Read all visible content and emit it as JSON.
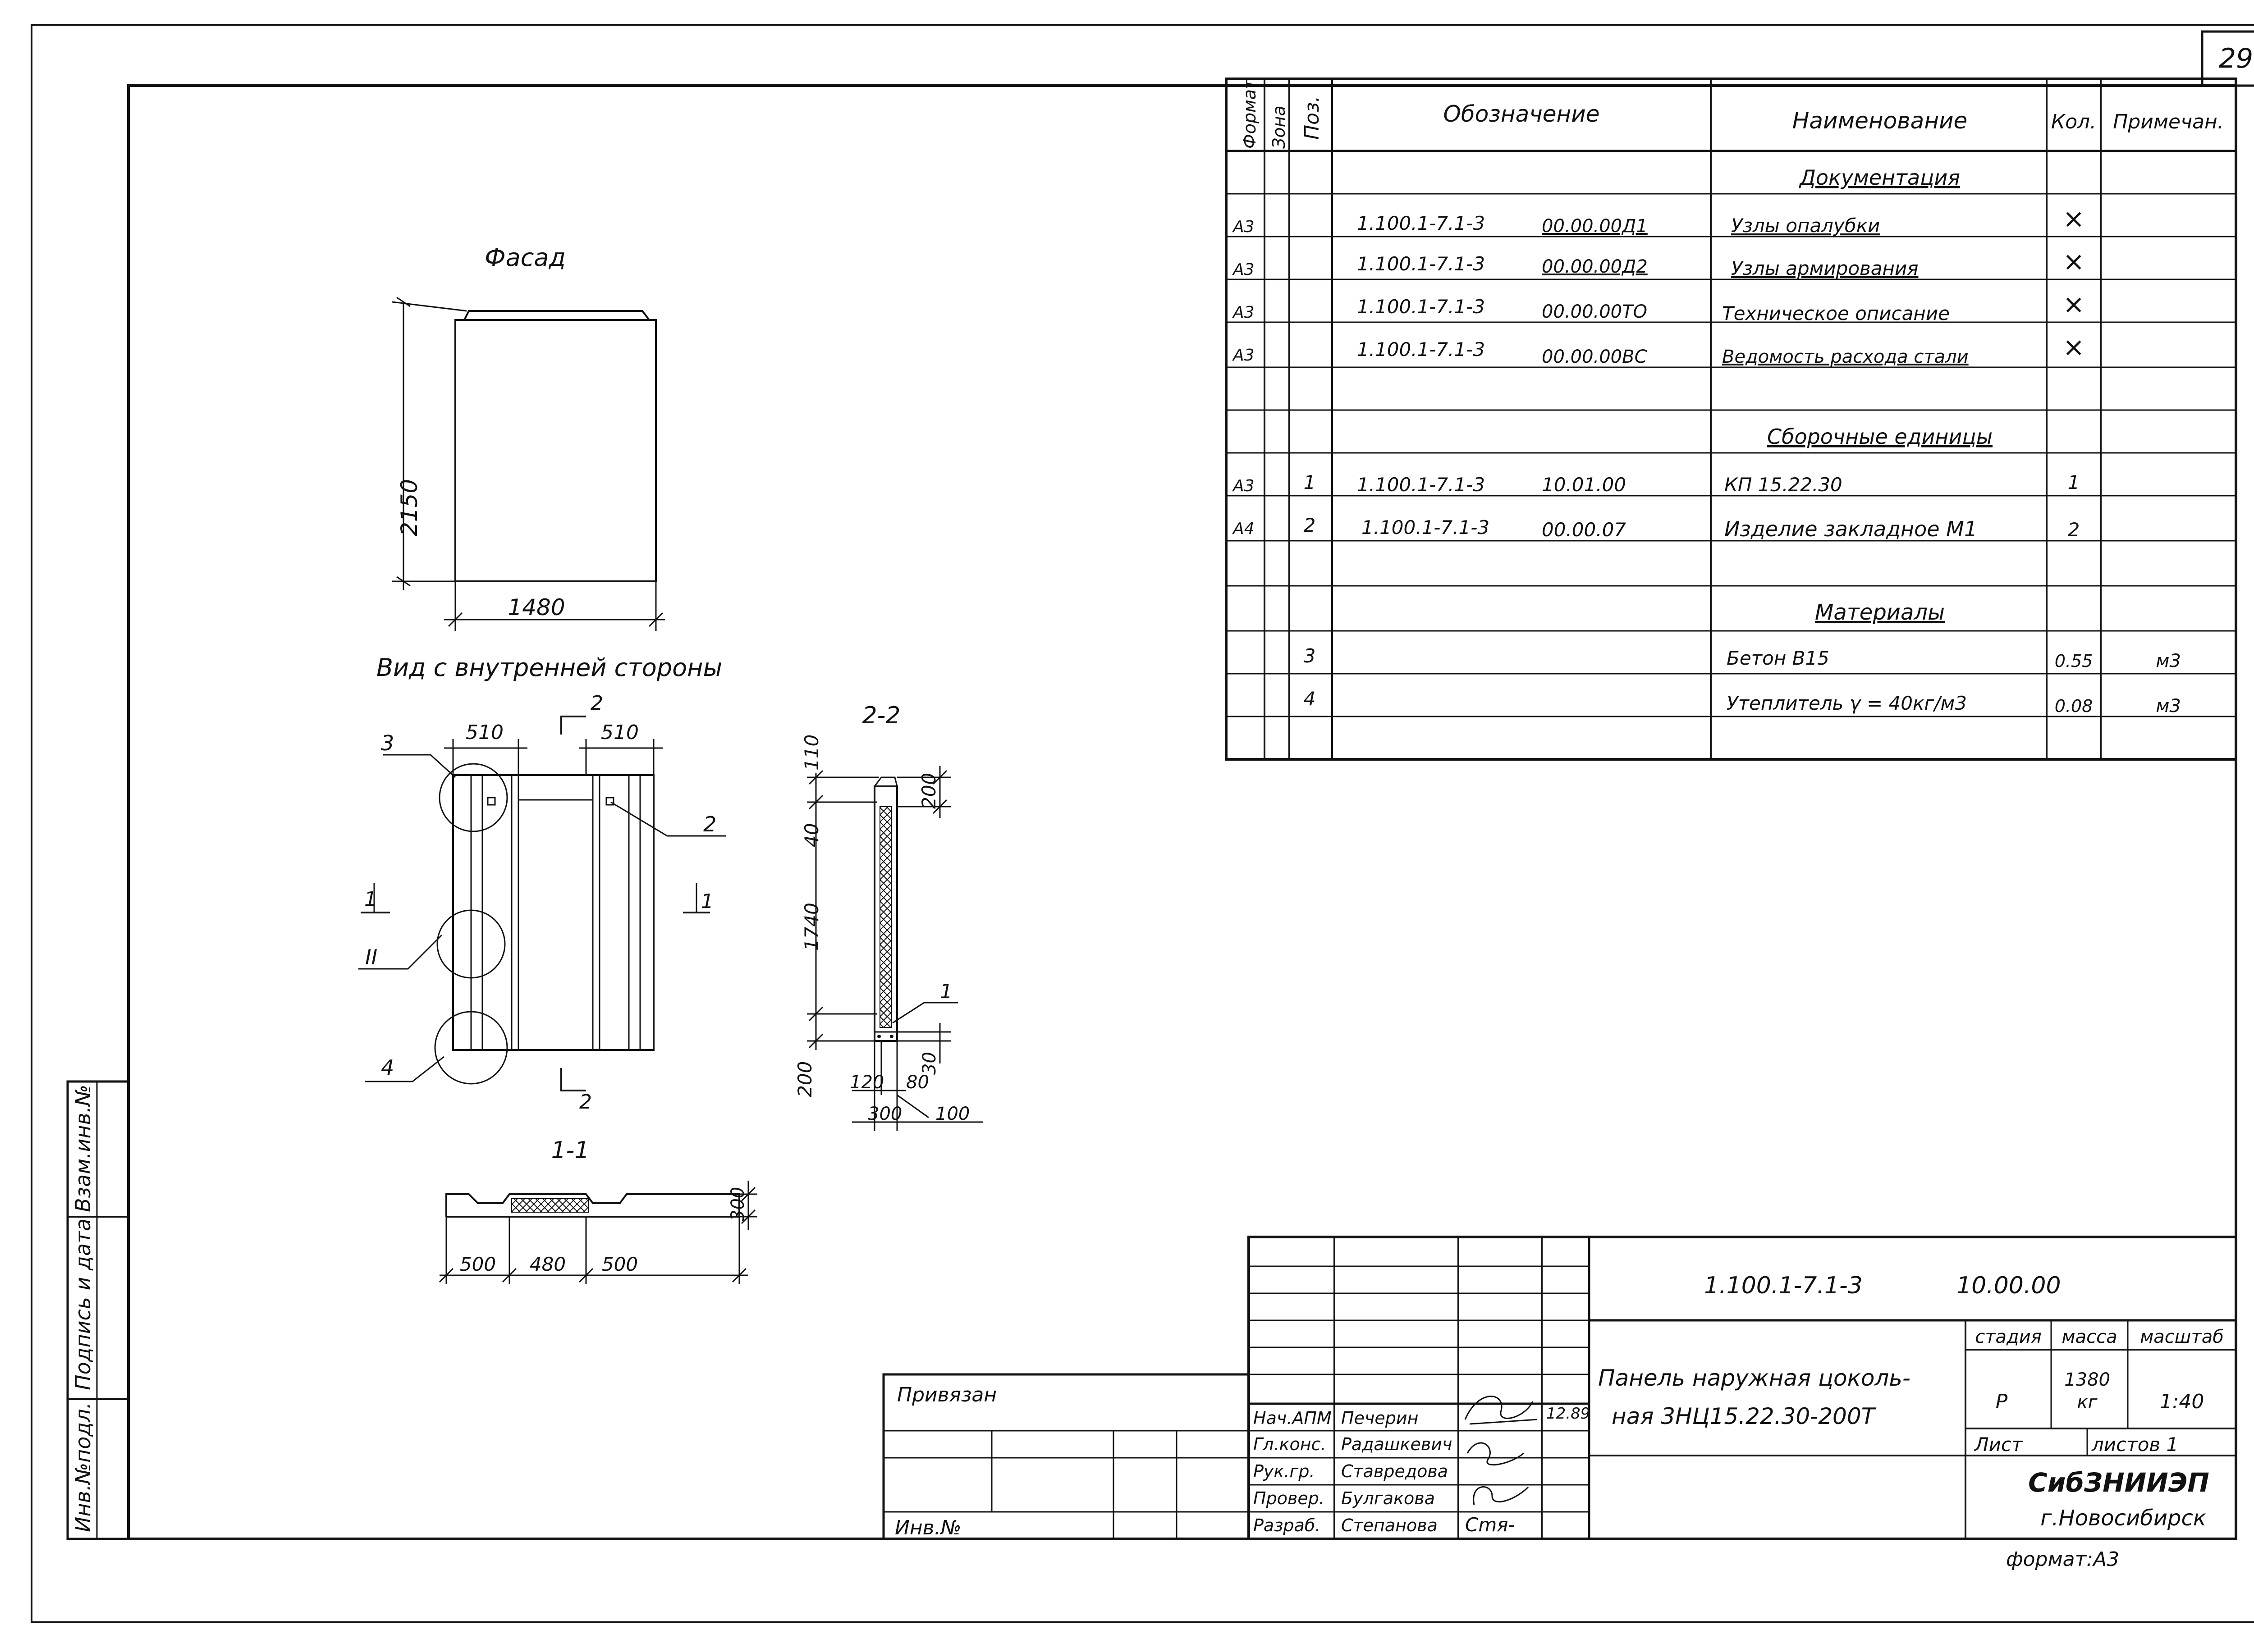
{
  "sheet": {
    "page_number": "29",
    "format_label": "формат:А3"
  },
  "side_stamp": {
    "inv_orig": "Инв.№подл.",
    "signature_date": "Подпись и дата",
    "replace_inv": "Взам.инв.№"
  },
  "spec_table": {
    "headers": {
      "format": "Формат",
      "zone": "Зона",
      "pos": "Поз.",
      "designation": "Обозначение",
      "name": "Наименование",
      "qty": "Кол.",
      "note": "Примечан."
    },
    "sections": {
      "documentation": "Документация",
      "assembly": "Сборочные единицы",
      "materials": "Материалы"
    },
    "doc_rows": [
      {
        "format": "А3",
        "code": "1.100.1-7.1-3",
        "suffix": "00.00.00Д1",
        "name": "Узлы опалубки",
        "qty": "×"
      },
      {
        "format": "А3",
        "code": "1.100.1-7.1-3",
        "suffix": "00.00.00Д2",
        "name": "Узлы армирования",
        "qty": "×"
      },
      {
        "format": "А3",
        "code": "1.100.1-7.1-3",
        "suffix": "00.00.00ТО",
        "name": "Техническое описание",
        "qty": "×"
      },
      {
        "format": "А3",
        "code": "1.100.1-7.1-3",
        "suffix": "00.00.00ВС",
        "name": "Ведомость расхода стали",
        "qty": "×"
      }
    ],
    "asm_rows": [
      {
        "format": "А3",
        "pos": "1",
        "code": "1.100.1-7.1-3",
        "suffix": "10.01.00",
        "name": "КП 15.22.30",
        "qty": "1"
      },
      {
        "format": "А4",
        "pos": "2",
        "code": "1.100.1-7.1-3",
        "suffix": "00.00.07",
        "name": "Изделие закладное М1",
        "qty": "2"
      }
    ],
    "mat_rows": [
      {
        "pos": "3",
        "name": "Бетон В15",
        "qty": "0.55",
        "note": "м3"
      },
      {
        "pos": "4",
        "name": "Утеплитель γ = 40кг/м3",
        "qty": "0.08",
        "note": "м3"
      }
    ]
  },
  "drawings": {
    "facade": {
      "title": "Фасад",
      "height_dim": "2150",
      "width_dim": "1480"
    },
    "inner_view": {
      "title": "Вид с внутренней стороны",
      "dim_left": "510",
      "dim_right": "510",
      "callout_3": "3",
      "callout_2": "2",
      "callout_II": "II",
      "callout_4": "4",
      "sec_left": "1",
      "sec_right": "1",
      "sec_top": "2",
      "sec_bottom": "2"
    },
    "section_22": {
      "title": "2-2",
      "d_top": "110",
      "d_40": "40",
      "d_1740": "1740",
      "d_200_bottom": "200",
      "d_200_right": "200",
      "d_30": "30",
      "d_120": "120",
      "d_80": "80",
      "d_300": "300",
      "d_100": "100",
      "callout_1": "1"
    },
    "section_11": {
      "title": "1-1",
      "d_500a": "500",
      "d_480": "480",
      "d_500b": "500",
      "d_300": "300"
    }
  },
  "title_block": {
    "doc_code": "1.100.1-7.1-3",
    "doc_suffix": "10.00.00",
    "title_line1": "Панель наружная цоколь-",
    "title_line2": "ная 3НЦ15.22.30-200Т",
    "stage_h": "стадия",
    "mass_h": "масса",
    "scale_h": "масштаб",
    "stage": "Р",
    "mass": "1380",
    "mass_unit": "кг",
    "scale": "1:40",
    "sheet_h": "Лист",
    "sheets_h": "листов 1",
    "org": "СибЗНИИЭП",
    "city": "г.Новосибирск",
    "date": "12.89",
    "roles": [
      {
        "role": "Нач.АПМ",
        "name": "Печерин"
      },
      {
        "role": "Гл.конс.",
        "name": "Радашкевич"
      },
      {
        "role": "Рук.гр.",
        "name": "Ставрeдова"
      },
      {
        "role": "Провер.",
        "name": "Булгакова"
      },
      {
        "role": "Разраб.",
        "name": "Степанова"
      }
    ],
    "signature_last": "Сmя-",
    "bound_label": "Привязан",
    "inv_label": "Инв.№"
  }
}
